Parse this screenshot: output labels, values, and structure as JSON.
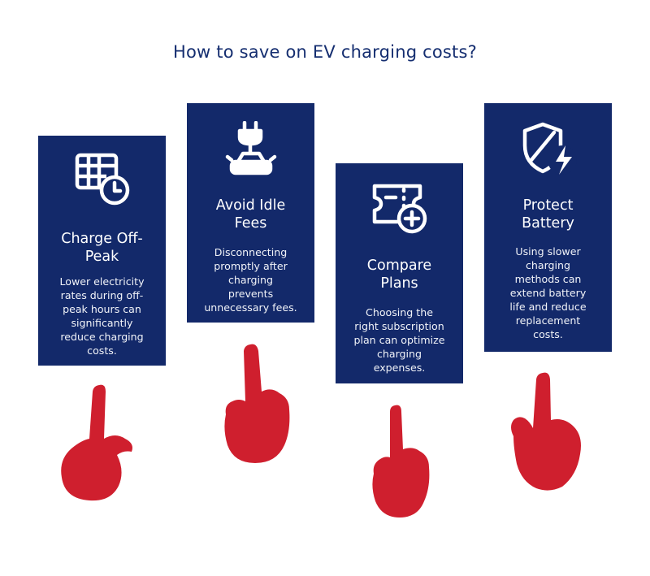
{
  "title": "How to save on EV charging costs?",
  "accent": "#13296a",
  "hand_color": "#cf1f2e",
  "cards": [
    {
      "icon": "calendar-clock-icon",
      "heading": "Charge Off-Peak",
      "heading_lines": [
        "Charge Off-",
        "Peak"
      ],
      "body_lines": [
        "Lower electricity",
        "rates during off-",
        "peak hours can",
        "significantly",
        "reduce charging",
        "costs."
      ]
    },
    {
      "icon": "plug-car-icon",
      "heading": "Avoid Idle Fees",
      "heading_lines": [
        "Avoid Idle",
        "Fees"
      ],
      "body_lines": [
        "Disconnecting",
        "promptly after",
        "charging",
        "prevents",
        "unnecessary fees."
      ]
    },
    {
      "icon": "ticket-plus-icon",
      "heading": "Compare Plans",
      "heading_lines": [
        "Compare",
        "Plans"
      ],
      "body_lines": [
        "Choosing the",
        "right subscription",
        "plan can optimize",
        "charging",
        "expenses."
      ]
    },
    {
      "icon": "shield-bolt-icon",
      "heading": "Protect Battery",
      "heading_lines": [
        "Protect",
        "Battery"
      ],
      "body_lines": [
        "Using slower",
        "charging",
        "methods can",
        "extend battery",
        "life and reduce",
        "replacement",
        "costs."
      ]
    }
  ]
}
